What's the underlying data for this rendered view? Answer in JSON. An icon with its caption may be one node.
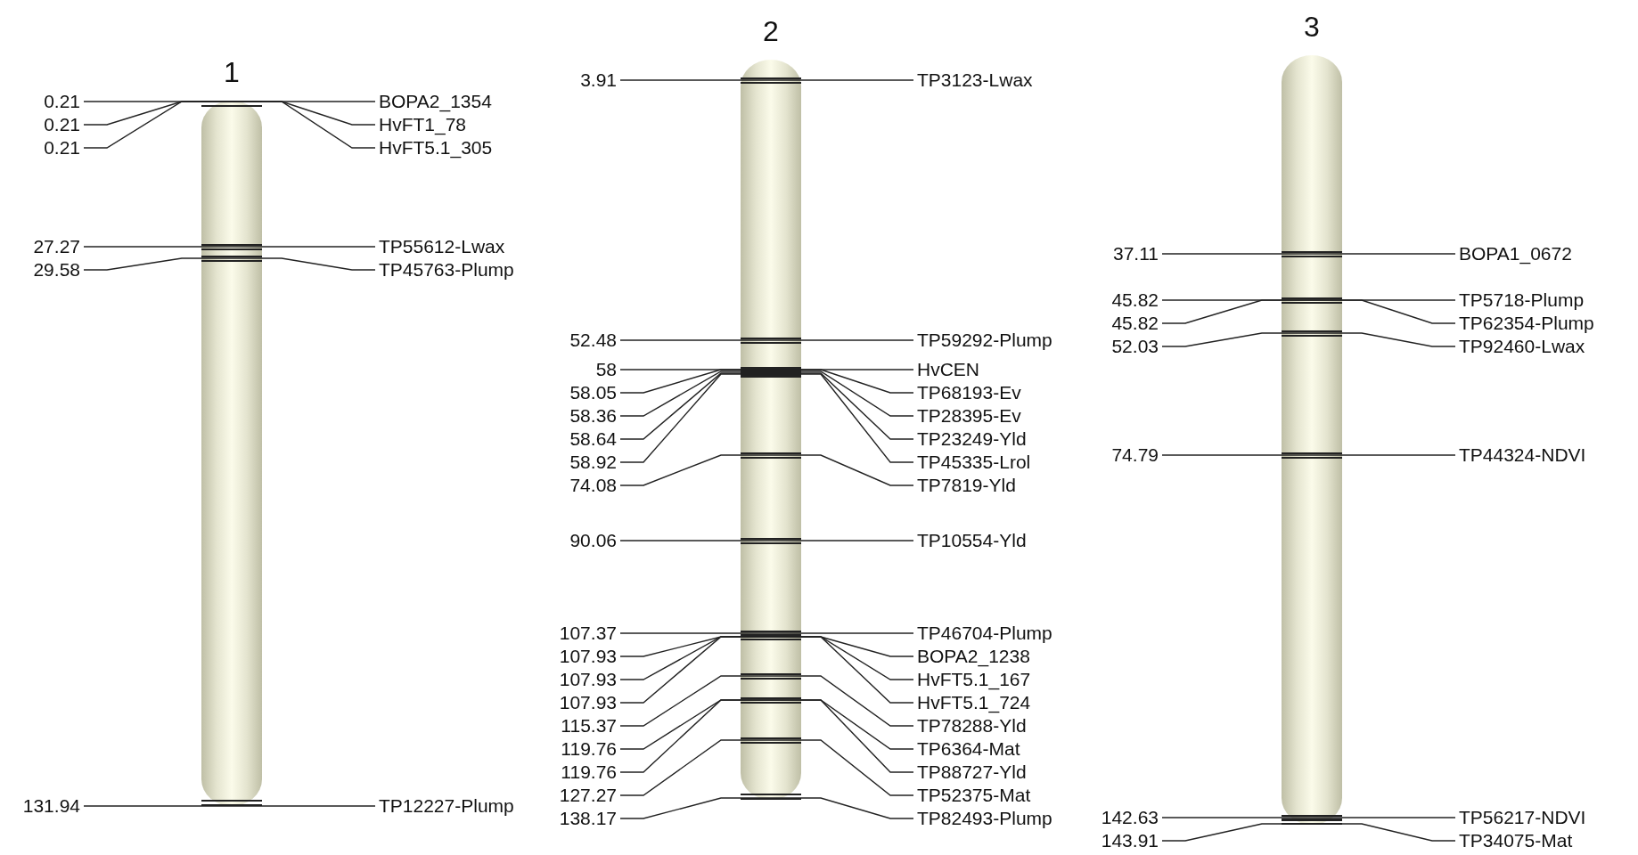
{
  "diagram": {
    "nodes": [
      {
        "text": [
          "1"
        ]
      },
      {
        "text": [
          "0.21"
        ]
      },
      {
        "text": [
          "BOPA2_1354"
        ]
      },
      {
        "text": [
          "0.21"
        ]
      },
      {
        "text": [
          "HvFT1_78"
        ]
      },
      {
        "text": [
          "0.21"
        ]
      },
      {
        "text": [
          "HvFT5.1_305"
        ]
      },
      {
        "text": [
          "27.27"
        ]
      },
      {
        "text": [
          "TP55612-Lwax"
        ]
      },
      {
        "text": [
          "29.58"
        ]
      },
      {
        "text": [
          "TP45763-Plump"
        ]
      },
      {
        "text": [
          "131.94"
        ]
      },
      {
        "text": [
          "TP12227-Plump"
        ]
      },
      {
        "text": [
          "2"
        ]
      },
      {
        "text": [
          "3.91"
        ]
      },
      {
        "text": [
          "TP3123-Lwax"
        ]
      },
      {
        "text": [
          "52.48"
        ]
      },
      {
        "text": [
          "TP59292-Plump"
        ]
      },
      {
        "text": [
          "58"
        ]
      },
      {
        "text": [
          "HvCEN"
        ]
      },
      {
        "text": [
          "58.05"
        ]
      },
      {
        "text": [
          "TP68193-Ev"
        ]
      },
      {
        "text": [
          "58.36"
        ]
      },
      {
        "text": [
          "TP28395-Ev"
        ]
      },
      {
        "text": [
          "58.64"
        ]
      },
      {
        "text": [
          "TP23249-Yld"
        ]
      },
      {
        "text": [
          "58.92"
        ]
      },
      {
        "text": [
          "TP45335-Lrol"
        ]
      },
      {
        "text": [
          "74.08"
        ]
      },
      {
        "text": [
          "TP7819-Yld"
        ]
      },
      {
        "text": [
          "90.06"
        ]
      },
      {
        "text": [
          "TP10554-Yld"
        ]
      },
      {
        "text": [
          "107.37"
        ]
      },
      {
        "text": [
          "TP46704-Plump"
        ]
      },
      {
        "text": [
          "107.93"
        ]
      },
      {
        "text": [
          "BOPA2_1238"
        ]
      },
      {
        "text": [
          "107.93"
        ]
      },
      {
        "text": [
          "HvFT5.1_167"
        ]
      },
      {
        "text": [
          "107.93"
        ]
      },
      {
        "text": [
          "HvFT5.1_724"
        ]
      },
      {
        "text": [
          "115.37"
        ]
      },
      {
        "text": [
          "TP78288-Yld"
        ]
      },
      {
        "text": [
          "119.76"
        ]
      },
      {
        "text": [
          "TP6364-Mat"
        ]
      },
      {
        "text": [
          "119.76"
        ]
      },
      {
        "text": [
          "TP88727-Yld"
        ]
      },
      {
        "text": [
          "127.27"
        ]
      },
      {
        "text": [
          "TP52375-Mat"
        ]
      },
      {
        "text": [
          "138.17"
        ]
      },
      {
        "text": [
          "TP82493-Plump"
        ]
      },
      {
        "text": [
          "3"
        ]
      },
      {
        "text": [
          "37.11"
        ]
      },
      {
        "text": [
          "BOPA1_0672"
        ]
      },
      {
        "text": [
          "45.82"
        ]
      },
      {
        "text": [
          "TP5718-Plump"
        ]
      },
      {
        "text": [
          "45.82"
        ]
      },
      {
        "text": [
          "TP62354-Plump"
        ]
      },
      {
        "text": [
          "52.03"
        ]
      },
      {
        "text": [
          "TP92460-Lwax"
        ]
      },
      {
        "text": [
          "74.79"
        ]
      },
      {
        "text": [
          "TP44324-NDVI"
        ]
      },
      {
        "text": [
          "142.63"
        ]
      },
      {
        "text": [
          "TP56217-NDVI"
        ]
      },
      {
        "text": [
          "143.91"
        ]
      },
      {
        "text": [
          "TP34075-Mat"
        ]
      }
    ],
    "edges": [
      {
        "from": 1,
        "to": 2,
        "arrow": "none"
      },
      {
        "from": 3,
        "to": 4,
        "arrow": "none"
      },
      {
        "from": 5,
        "to": 6,
        "arrow": "none"
      },
      {
        "from": 7,
        "to": 8,
        "arrow": "none"
      },
      {
        "from": 9,
        "to": 10,
        "arrow": "none"
      },
      {
        "from": 11,
        "to": 12,
        "arrow": "none"
      },
      {
        "from": 14,
        "to": 15,
        "arrow": "none"
      },
      {
        "from": 16,
        "to": 17,
        "arrow": "none"
      },
      {
        "from": 18,
        "to": 19,
        "arrow": "none"
      },
      {
        "from": 20,
        "to": 21,
        "arrow": "none"
      },
      {
        "from": 22,
        "to": 23,
        "arrow": "none"
      },
      {
        "from": 24,
        "to": 25,
        "arrow": "none"
      },
      {
        "from": 26,
        "to": 27,
        "arrow": "none"
      },
      {
        "from": 28,
        "to": 29,
        "arrow": "none"
      },
      {
        "from": 30,
        "to": 31,
        "arrow": "none"
      },
      {
        "from": 32,
        "to": 33,
        "arrow": "none"
      },
      {
        "from": 34,
        "to": 35,
        "arrow": "none"
      },
      {
        "from": 36,
        "to": 37,
        "arrow": "none"
      },
      {
        "from": 38,
        "to": 39,
        "arrow": "none"
      },
      {
        "from": 40,
        "to": 41,
        "arrow": "none"
      },
      {
        "from": 42,
        "to": 43,
        "arrow": "none"
      },
      {
        "from": 44,
        "to": 45,
        "arrow": "none"
      },
      {
        "from": 46,
        "to": 47,
        "arrow": "none"
      },
      {
        "from": 48,
        "to": 49,
        "arrow": "none"
      },
      {
        "from": 51,
        "to": 52,
        "arrow": "none"
      },
      {
        "from": 53,
        "to": 54,
        "arrow": "none"
      },
      {
        "from": 55,
        "to": 56,
        "arrow": "none"
      },
      {
        "from": 57,
        "to": 58,
        "arrow": "none"
      },
      {
        "from": 59,
        "to": 60,
        "arrow": "none"
      },
      {
        "from": 61,
        "to": 62,
        "arrow": "none"
      },
      {
        "from": 63,
        "to": 64,
        "arrow": "none"
      }
    ]
  }
}
